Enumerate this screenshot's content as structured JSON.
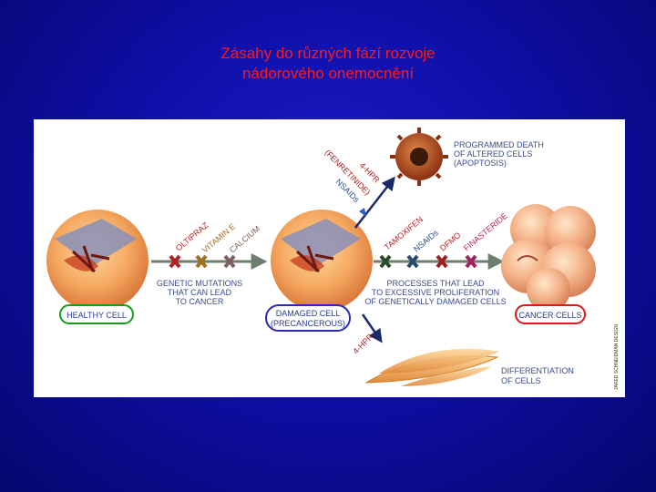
{
  "title": {
    "line1": "Zásahy do různých fází rozvoje",
    "line2": "nádorového onemocnění"
  },
  "colors": {
    "background": "#1212b4",
    "title": "#ff1a1a",
    "healthy_border": "#1a9a1a",
    "damaged_border": "#2a2ab8",
    "cancer_border": "#e01818",
    "arrow": "#7a8a7a"
  },
  "cells": {
    "healthy": "HEALTHY CELL",
    "damaged_line1": "DAMAGED CELL",
    "damaged_line2": "(PRECANCEROUS)",
    "cancer": "CANCER CELLS"
  },
  "captions": {
    "genetic": [
      "GENETIC MUTATIONS",
      "THAT CAN LEAD",
      "TO CANCER"
    ],
    "processes": [
      "PROCESSES THAT LEAD",
      "TO EXCESSIVE PROLIFERATION",
      "OF GENETICALLY DAMAGED CELLS"
    ],
    "apoptosis": [
      "PROGRAMMED DEATH",
      "OF ALTERED CELLS",
      "(APOPTOSIS)"
    ],
    "differentiation": [
      "DIFFERENTIATION",
      "OF CELLS"
    ]
  },
  "agents": {
    "first": [
      "OLTIPRAZ",
      "VITAMIN E",
      "CALCIUM"
    ],
    "second": [
      "TAMOXIFEN",
      "NSAIDs",
      "DFMO",
      "FINASTERIDE"
    ],
    "apoptosis": [
      "(FENRETINIDE)",
      "4-HPR",
      "NSAIDs"
    ],
    "differentiation": "4-HPR"
  },
  "credit": "JARED SCHNEIDMAN DESIGN"
}
